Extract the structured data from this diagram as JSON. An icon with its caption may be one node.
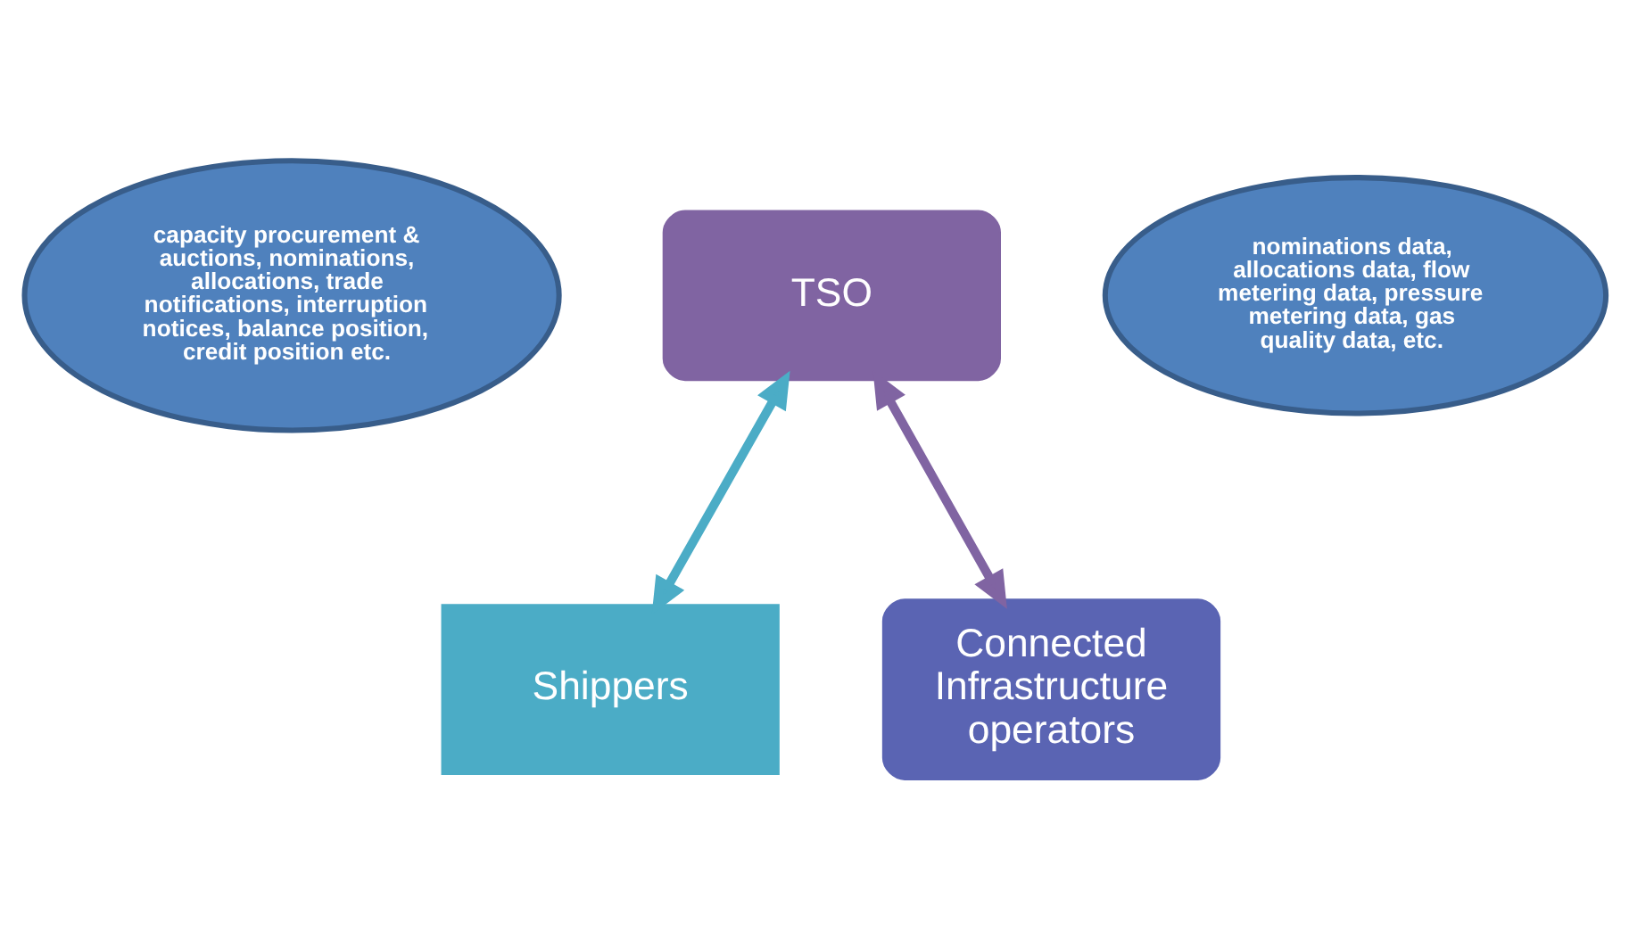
{
  "diagram": {
    "nodes": [
      {
        "text": [
          "TSO"
        ]
      },
      {
        "text": [
          "capacity procurement & auctions, nominations, allocations, trade notifications, interruption notices, balance position, credit position etc."
        ]
      },
      {
        "text": [
          "nominations data, allocations data, flow metering data, pressure metering data, gas quality data, etc."
        ]
      },
      {
        "text": [
          "Shippers"
        ]
      },
      {
        "text": [
          "Connected Infrastructure operators"
        ]
      }
    ],
    "edges": [
      {
        "from": 3,
        "to": 0,
        "arrow": "both",
        "color": "#4bacc6"
      },
      {
        "from": 4,
        "to": 0,
        "arrow": "both",
        "color": "#8064a2"
      }
    ]
  }
}
